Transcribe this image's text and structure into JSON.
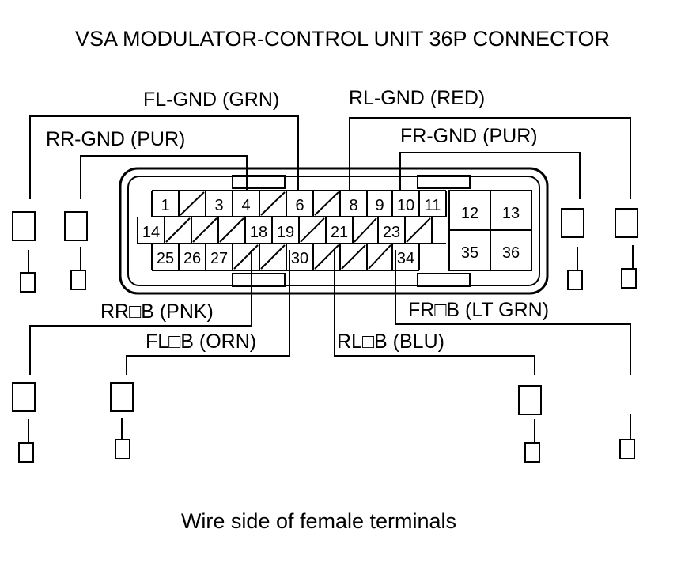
{
  "title": "VSA MODULATOR-CONTROL UNIT 36P CONNECTOR",
  "caption": "Wire side of female terminals",
  "wire_labels": {
    "fl_gnd": "FL-GND (GRN)",
    "rl_gnd": "RL-GND (RED)",
    "rr_gnd": "RR-GND (PUR)",
    "fr_gnd": "FR-GND (PUR)",
    "rr_b": "RR□B (PNK)",
    "fr_b": "FR□B (LT GRN)",
    "fl_b": "FL□B (ORN)",
    "rl_b": "RL□B (BLU)"
  },
  "pins": {
    "p1": "1",
    "p3": "3",
    "p4": "4",
    "p6": "6",
    "p8": "8",
    "p9": "9",
    "p10": "10",
    "p11": "11",
    "p12": "12",
    "p13": "13",
    "p14": "14",
    "p18": "18",
    "p19": "19",
    "p21": "21",
    "p23": "23",
    "p25": "25",
    "p26": "26",
    "p27": "27",
    "p30": "30",
    "p34": "34",
    "p35": "35",
    "p36": "36"
  }
}
